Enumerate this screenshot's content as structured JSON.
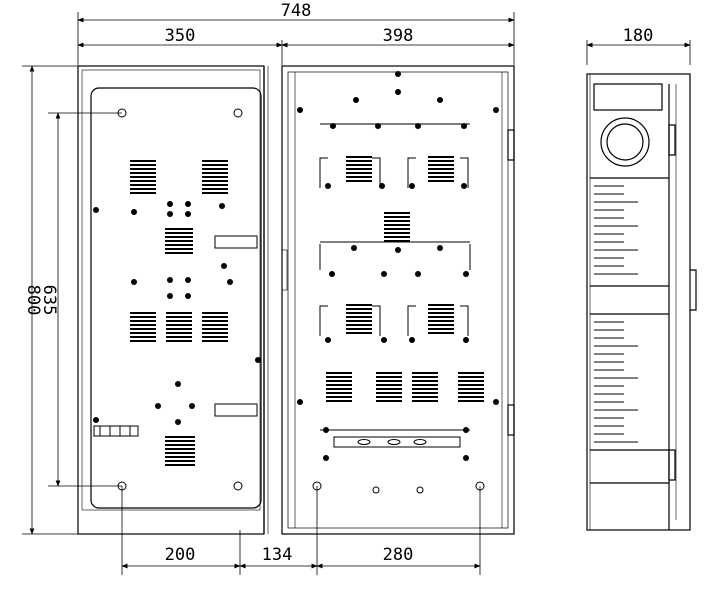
{
  "drawing": {
    "dimensions": {
      "overall_width": "748",
      "left_panel_width": "350",
      "right_panel_width": "398",
      "side_depth": "180",
      "overall_height": "800",
      "inner_height": "635",
      "bottom_hole_1": "200",
      "bottom_hole_2": "134",
      "bottom_hole_3": "280"
    },
    "colors": {
      "line": "#000000",
      "background": "#ffffff"
    }
  }
}
